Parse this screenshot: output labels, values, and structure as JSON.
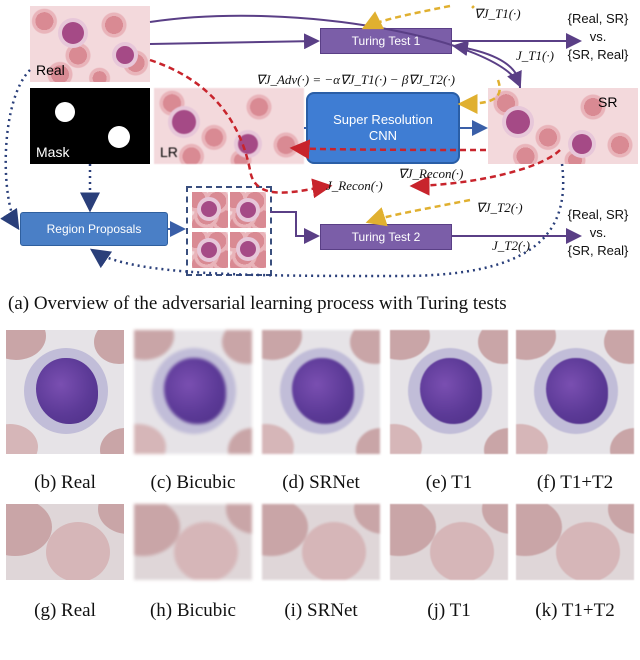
{
  "figure": {
    "labels": {
      "real": "Real",
      "mask": "Mask",
      "lr": "LR",
      "sr": "SR"
    },
    "boxes": {
      "turing_test_1": "Turing Test 1",
      "turing_test_2": "Turing Test 2",
      "region_proposals": "Region Proposals",
      "cnn_line1": "Super Resolution",
      "cnn_line2": "CNN"
    },
    "math": {
      "grad_jt1": "∇J_T1(·)",
      "jt1": "J_T1(·)",
      "grad_adv": "∇J_Adv(·) = −α∇J_T1(·) − β∇J_T2(·)",
      "grad_recon": "∇J_Recon(·)",
      "jrecon": "J_Recon(·)",
      "grad_jt2": "∇J_T2(·)",
      "jt2": "J_T2(·)"
    },
    "pairs": {
      "top_line1": "{Real, SR}",
      "top_line2": "vs.",
      "top_line3": "{SR, Real}",
      "bottom_line1": "{Real, SR}",
      "bottom_line2": "vs.",
      "bottom_line3": "{SR, Real}"
    },
    "colors": {
      "turing_box": "#7b5ea8",
      "region_box": "#4a7fc6",
      "cnn_box": "#3f7dd3",
      "recon_arrow": "#c8242c",
      "adv_arrow": "#e0b030",
      "flow_arrow": "#5a3f86",
      "dotted_arrow": "#2a3f7a"
    }
  },
  "caption_a": "(a) Overview of the adversarial learning process with Turing tests",
  "row1_labels": [
    "(b) Real",
    "(c) Bicubic",
    "(d) SRNet",
    "(e) T1",
    "(f) T1+T2"
  ],
  "row2_labels": [
    "(g) Real",
    "(h) Bicubic",
    "(i) SRNet",
    "(j) T1",
    "(k) T1+T2"
  ]
}
